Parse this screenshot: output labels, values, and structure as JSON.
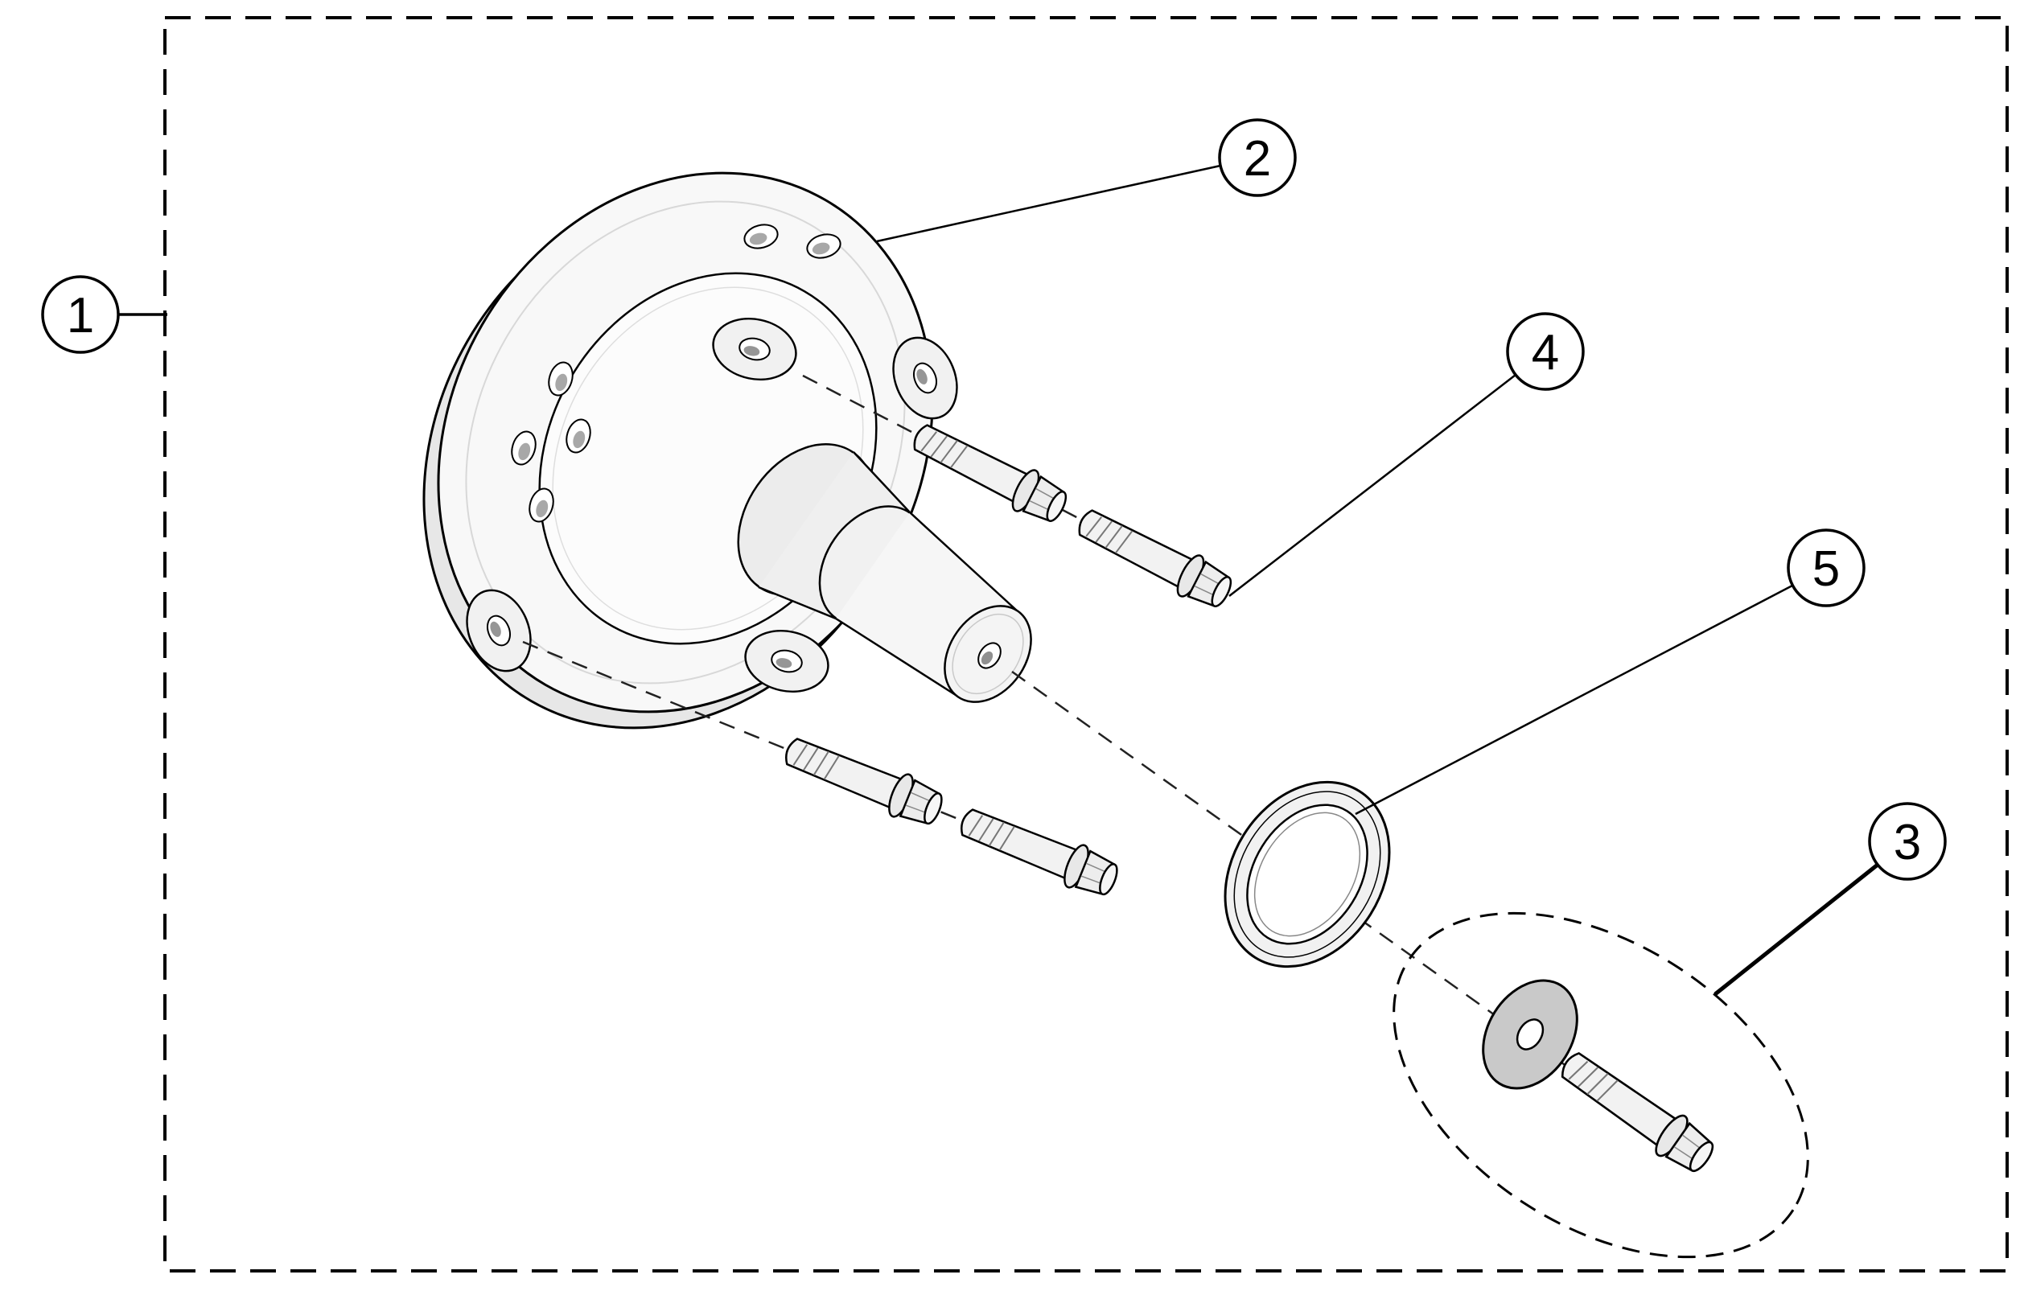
{
  "callouts": [
    {
      "label": "1"
    },
    {
      "label": "2"
    },
    {
      "label": "3"
    },
    {
      "label": "4"
    },
    {
      "label": "5"
    }
  ],
  "colors": {
    "background": "#ffffff",
    "outline": "#000000",
    "part_fill_light": "#f8f8f8",
    "part_fill_mid": "#ececec",
    "washer_fill": "#c9c9c9",
    "hole_shade": "#969696"
  }
}
